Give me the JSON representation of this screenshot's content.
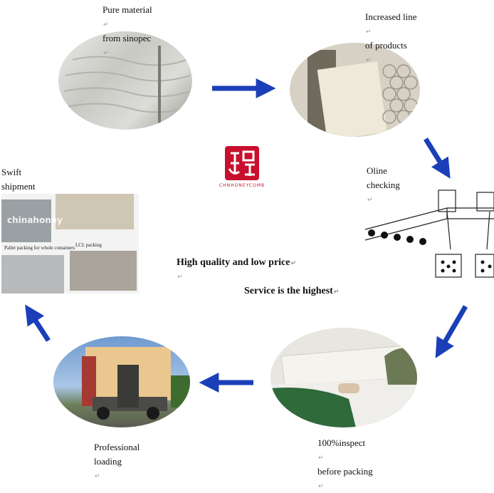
{
  "steps": [
    {
      "id": "material",
      "lines": [
        "Pure material",
        "from sinopec"
      ]
    },
    {
      "id": "production",
      "lines": [
        "Increased line",
        "of products"
      ]
    },
    {
      "id": "checking",
      "lines": [
        "Oline",
        "checking"
      ]
    },
    {
      "id": "inspect",
      "lines": [
        "100%inspect",
        "before packing"
      ]
    },
    {
      "id": "loading",
      "lines": [
        "Professional",
        "loading"
      ]
    },
    {
      "id": "shipment",
      "lines": [
        "Swift",
        "shipment"
      ]
    }
  ],
  "center": {
    "slogan": "High quality and low price",
    "service": "Service is the highest"
  },
  "logo": {
    "brand": "CHNHONEYCOMB"
  },
  "shipment_photos": {
    "watermark": "chinahoney",
    "caption_container": "Pallet packing for whole containers",
    "caption_lcl": "LCL packing"
  },
  "colors": {
    "arrow": "#1a3fb8",
    "seal": "#c8102e"
  },
  "icons": {
    "arrow": "flow-arrow-icon",
    "edit_mark": "paragraph-mark-icon"
  }
}
